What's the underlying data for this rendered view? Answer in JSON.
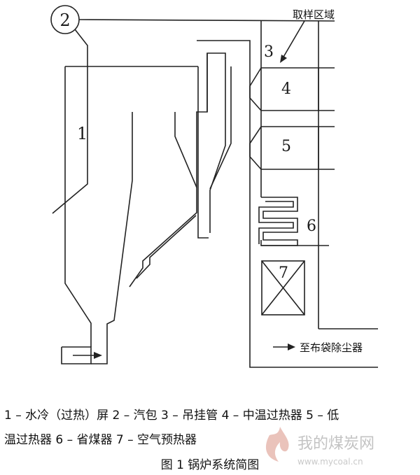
{
  "diagram": {
    "component_numbers": [
      "1",
      "2",
      "3",
      "4",
      "5",
      "6",
      "7"
    ],
    "sampling_area_label": "取样区域",
    "outlet_label": "至布袋除尘器"
  },
  "legend": {
    "line1": "1 – 水冷（过热）屏 2 – 汽包 3 – 吊挂管 4 – 中温过热器 5 – 低",
    "line2": "温过热器 6 – 省煤器 7 – 空气预热器"
  },
  "figure_caption": "图 1    锅炉系统简图",
  "watermark": {
    "text": "我的煤炭网",
    "url": "www.mycoal.cn"
  }
}
